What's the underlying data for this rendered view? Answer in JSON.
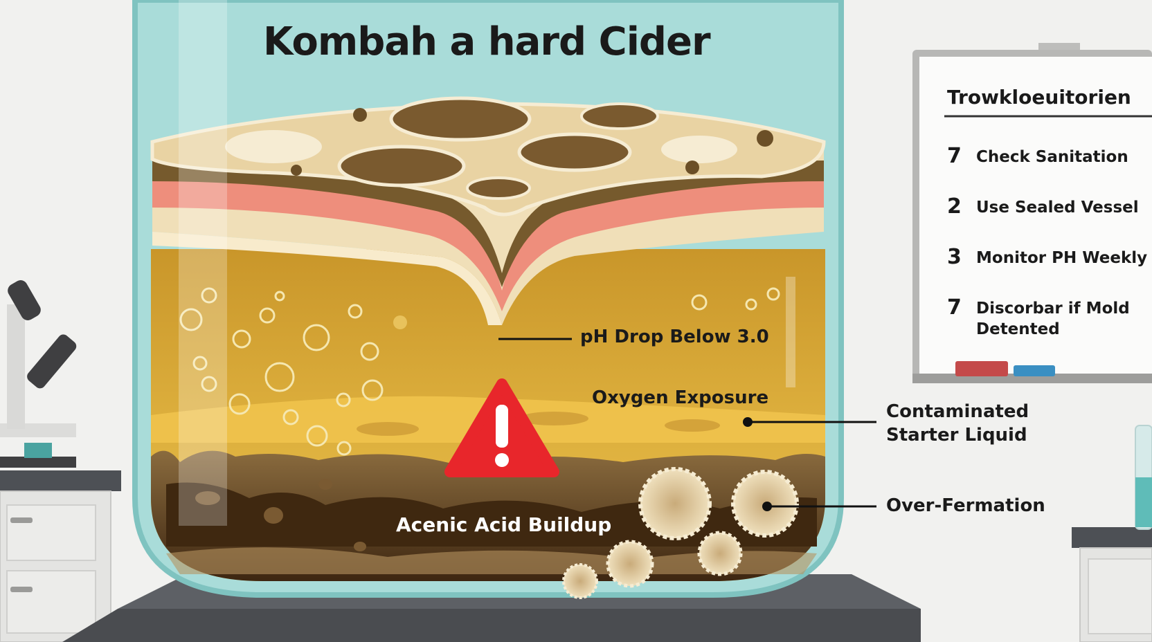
{
  "diagram": {
    "title": "Kombah a hard Cider",
    "callouts": {
      "ph_drop": "pH Drop Below 3.0",
      "oxygen": "Oxygen Exposure",
      "starter": "Contaminated Starter Liquid",
      "overferm": "Over-Fermation",
      "acid": "Acenic Acid Buildup"
    }
  },
  "whiteboard": {
    "title": "Trowkloeuitorien",
    "steps": [
      {
        "num": "7",
        "text": "Check Sanitation"
      },
      {
        "num": "2",
        "text": "Use Sealed Vessel"
      },
      {
        "num": "3",
        "text": "Monitor PH Weekly"
      },
      {
        "num": "7",
        "text": "Discorbar if Mold Detented"
      }
    ]
  },
  "colors": {
    "jar_glass": "#a9dcd9",
    "liquid": "#d9a92e",
    "scoby": "#e9d3a3",
    "sediment": "#4a2f12",
    "warning": "#e8262b"
  },
  "icons": [
    "warning-triangle-icon",
    "microscope-icon"
  ]
}
